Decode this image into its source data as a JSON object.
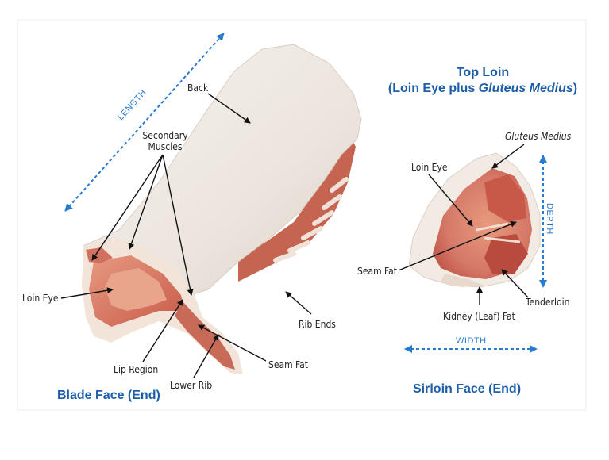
{
  "blade": {
    "dimension": "LENGTH",
    "labels": {
      "back": "Back",
      "secondary_1": "Secondary",
      "secondary_2": "Muscles",
      "loin_eye": "Loin Eye",
      "lip_region": "Lip Region",
      "lower_rib": "Lower Rib",
      "seam_fat": "Seam Fat",
      "rib_ends": "Rib Ends"
    },
    "caption": "Blade Face (End)"
  },
  "sirloin": {
    "title_1": "Top Loin",
    "title_2_pre": "(Loin Eye plus ",
    "title_2_em": "Gluteus Medius",
    "title_2_post": ")",
    "labels": {
      "gluteus": "Gluteus Medius",
      "loin_eye": "Loin Eye",
      "seam_fat": "Seam Fat",
      "kidney_fat": "Kidney (Leaf) Fat",
      "tenderloin": "Tenderloin"
    },
    "depth": "DEPTH",
    "width": "WIDTH",
    "caption": "Sirloin Face (End)"
  },
  "colors": {
    "fat": "#f1ebe4",
    "lean": "#d57868",
    "dark_lean": "#b94a3e",
    "accent_blue": "#1d5ea8",
    "dimension_blue": "#2a7ad0"
  }
}
